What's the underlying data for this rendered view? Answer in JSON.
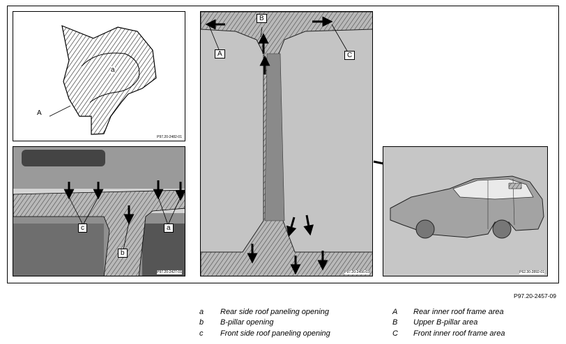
{
  "panels": {
    "top_left": {
      "ref": "P97.20-2482-01",
      "labels": {
        "a": "a",
        "A": "A"
      }
    },
    "bottom_left": {
      "ref": "P97.20-2427-01",
      "labels": {
        "c": "c",
        "a": "a",
        "b": "b"
      }
    },
    "center": {
      "ref": "P97.20-2456-03",
      "labels": {
        "A": "A",
        "B": "B",
        "C": "C"
      }
    },
    "right": {
      "ref": "P62.30-2892-01"
    }
  },
  "figure_id": "P97.20-2457-09",
  "legend": {
    "left": [
      {
        "key": "a",
        "text": "Rear side roof paneling opening"
      },
      {
        "key": "b",
        "text": "B-pillar opening"
      },
      {
        "key": "c",
        "text": "Front side roof paneling opening"
      }
    ],
    "right": [
      {
        "key": "A",
        "text": "Rear inner roof frame area"
      },
      {
        "key": "B",
        "text": "Upper B-pillar area"
      },
      {
        "key": "C",
        "text": "Front inner roof frame area"
      }
    ]
  }
}
